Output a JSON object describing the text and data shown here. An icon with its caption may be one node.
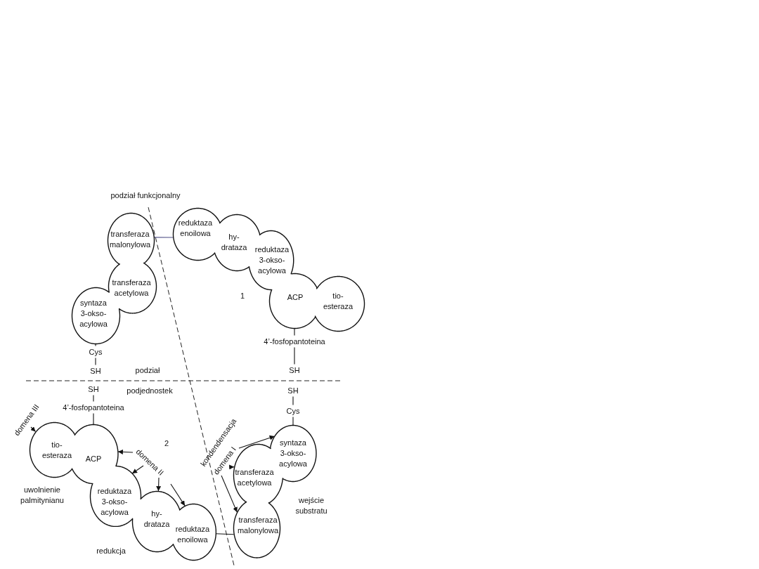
{
  "diagram": {
    "nodes": [
      {
        "text": [
          "transferaza malonylowa"
        ]
      },
      {
        "text": [
          "reduktaza enoilowa"
        ]
      },
      {
        "text": [
          "hy- drataza"
        ]
      },
      {
        "text": [
          "reduktaza 3-okso- acylowa"
        ]
      },
      {
        "text": [
          "transferaza acetylowa"
        ]
      },
      {
        "text": [
          "syntaza 3-okso- acylowa"
        ]
      },
      {
        "text": [
          "ACP"
        ]
      },
      {
        "text": [
          "tio- esteraza"
        ]
      },
      {
        "text": [
          "4’-fosfopantoteina"
        ]
      },
      {
        "text": [
          "Cys"
        ]
      },
      {
        "text": [
          "SH"
        ]
      },
      {
        "text": [
          "SH"
        ]
      },
      {
        "text": [
          "SH"
        ]
      },
      {
        "text": [
          "SH"
        ]
      },
      {
        "text": [
          "4’-fosfopantoteina"
        ]
      },
      {
        "text": [
          "Cys"
        ]
      },
      {
        "text": [
          "domena III"
        ]
      },
      {
        "text": [
          "tio- esteraza"
        ]
      },
      {
        "text": [
          "ACP"
        ]
      },
      {
        "text": [
          "domena II"
        ]
      },
      {
        "text": [
          "syntaza 3-okso- acylowa"
        ]
      },
      {
        "text": [
          "domena I"
        ]
      },
      {
        "text": [
          "transferaza acetylowa"
        ]
      },
      {
        "text": [
          "reduktaza 3-okso- acylowa"
        ]
      },
      {
        "text": [
          "hy- drataza"
        ]
      },
      {
        "text": [
          "transferaza malonylowa"
        ]
      },
      {
        "text": [
          "reduktaza enoilowa"
        ]
      }
    ],
    "edges": [
      {
        "from": 0,
        "to": 1,
        "arrow": "none",
        "color": "#55558a"
      },
      {
        "from": 5,
        "to": 9,
        "arrow": "none"
      },
      {
        "from": 9,
        "to": 10,
        "arrow": "none"
      },
      {
        "from": 6,
        "to": 8,
        "arrow": "none"
      },
      {
        "from": 8,
        "to": 11,
        "arrow": "none"
      },
      {
        "from": 12,
        "to": 14,
        "arrow": "none"
      },
      {
        "from": 14,
        "to": 18,
        "arrow": "none"
      },
      {
        "from": 13,
        "to": 15,
        "arrow": "none"
      },
      {
        "from": 15,
        "to": 20,
        "arrow": "none"
      },
      {
        "from": 16,
        "to": 17,
        "arrow": "to"
      },
      {
        "from": 19,
        "to": 18,
        "arrow": "to"
      },
      {
        "from": 19,
        "to": 23,
        "arrow": "to"
      },
      {
        "from": 19,
        "to": 24,
        "arrow": "to"
      },
      {
        "from": 19,
        "to": 26,
        "arrow": "to"
      },
      {
        "from": 21,
        "to": 20,
        "arrow": "to"
      },
      {
        "from": 21,
        "to": 22,
        "arrow": "to"
      },
      {
        "from": 21,
        "to": 25,
        "arrow": "to"
      },
      {
        "from": 26,
        "to": 25,
        "arrow": "none"
      }
    ],
    "labels": [
      "podział funkcjonalny",
      "1",
      "podział",
      "podjednostek",
      "2",
      "kondendensacja",
      "uwolnienie palmitynianu",
      "wejście substratu",
      "redukcja"
    ]
  }
}
